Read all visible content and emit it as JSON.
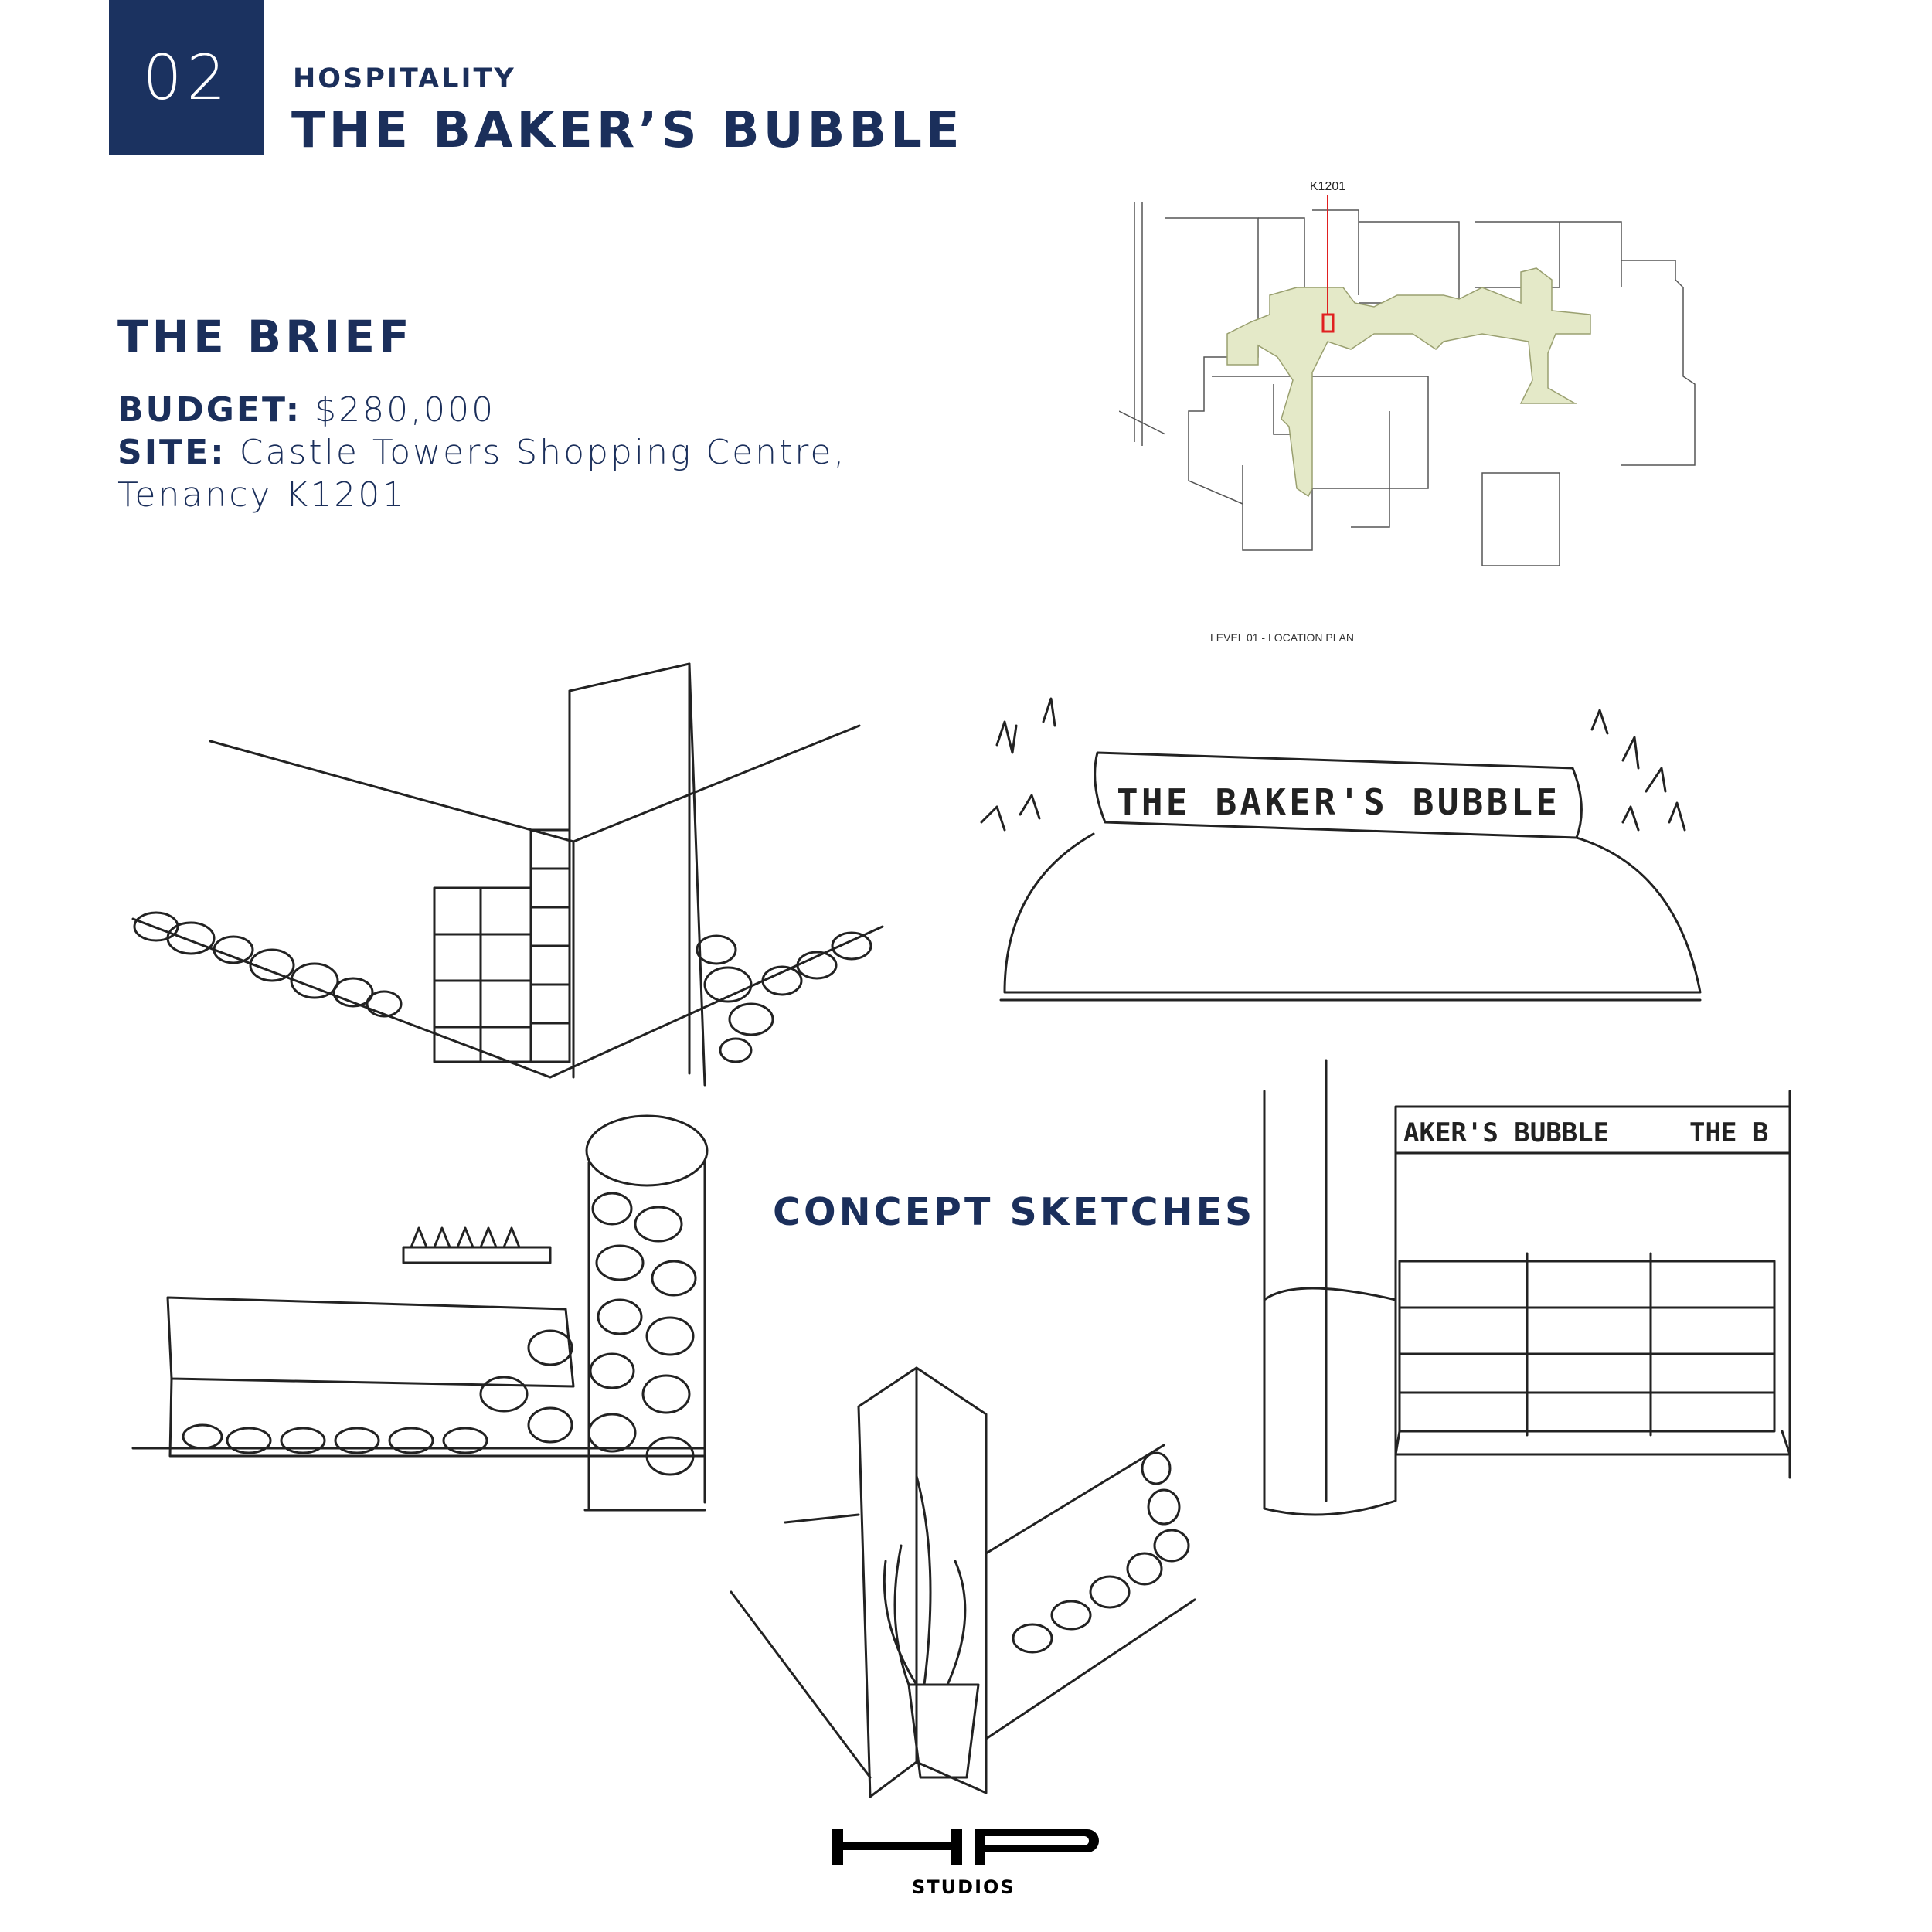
{
  "header": {
    "number": "02",
    "category": "HOSPITALITY",
    "title": "THE BAKER’S BUBBLE"
  },
  "brief": {
    "heading": "THE BRIEF",
    "budget_label": "BUDGET:",
    "budget_value": "$280,000",
    "site_label": "SITE:",
    "site_value": "Castle Towers Shopping Centre,",
    "site_value_2": "Tenancy K1201"
  },
  "location_plan": {
    "tenancy_label": "K1201",
    "caption": "LEVEL 01 - LOCATION PLAN",
    "highlight_color": "#e4e9c8",
    "marker_color": "#e02020"
  },
  "concept": {
    "heading": "CONCEPT SKETCHES",
    "sketch_sign_text": "THE BAKER'S BUBBLE",
    "sketch_fascia_text": "AKER'S BUBBLE",
    "sketch_fascia_text_2": "THE B"
  },
  "footer": {
    "logo_letters": "HP",
    "logo_sub": "STUDIOS"
  },
  "colors": {
    "navy": "#1b3260"
  }
}
